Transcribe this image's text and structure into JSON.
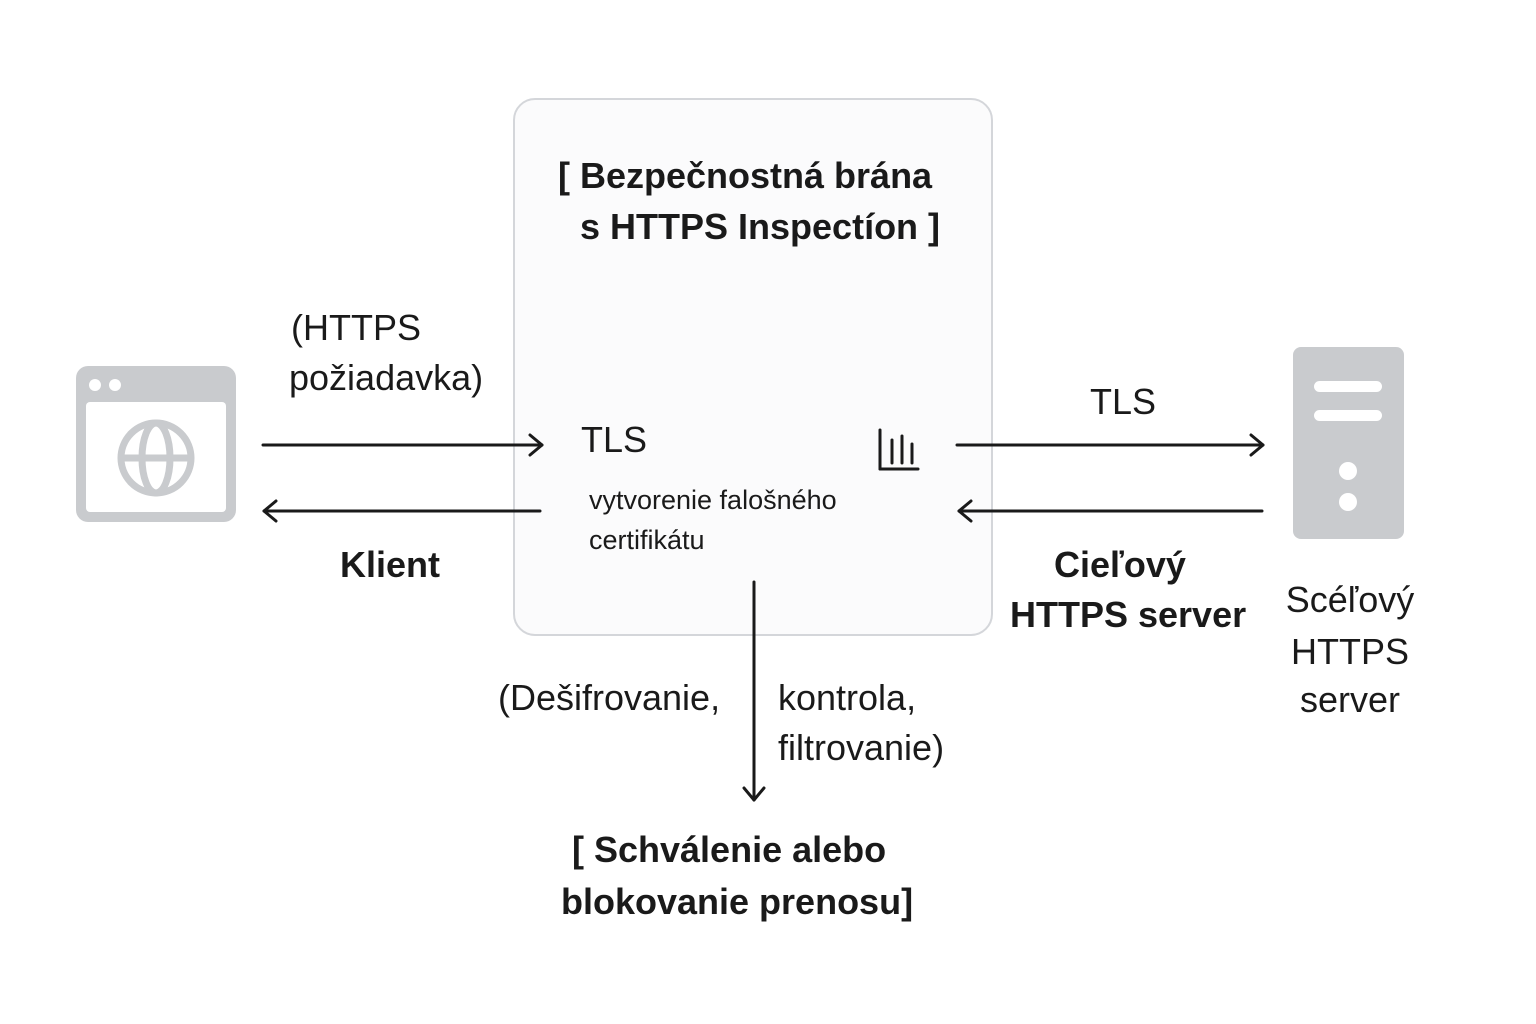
{
  "gateway": {
    "title_line1": "[ Bezpečnostná brána",
    "title_line2": "s HTTPS Inspectíon ]",
    "tls_label": "TLS",
    "cert_line1": "vytvorenie falošného",
    "cert_line2": "certifikátu"
  },
  "client": {
    "request_line1": "(HTTPS",
    "request_line2": "požiadavka)",
    "label": "Klient"
  },
  "server_side": {
    "tls_label": "TLS",
    "target_line1": "Cieľový",
    "target_line2": "HTTPS server",
    "server_line1": "Scéľový",
    "server_line2": "HTTPS",
    "server_line3": "server"
  },
  "inspection": {
    "left_text": "(Dešifrovanie,",
    "right_line1": "kontrola,",
    "right_line2": "filtrovanie)"
  },
  "result": {
    "line1": "[ Schválenie alebo",
    "line2": "blokovanie prenosu]"
  },
  "icons": [
    "browser-globe-icon",
    "server-icon",
    "chart-bars-icon"
  ],
  "colors": {
    "icon_gray": "#c9cbce",
    "box_border": "#d4d6da",
    "arrow": "#1a1a1a"
  }
}
